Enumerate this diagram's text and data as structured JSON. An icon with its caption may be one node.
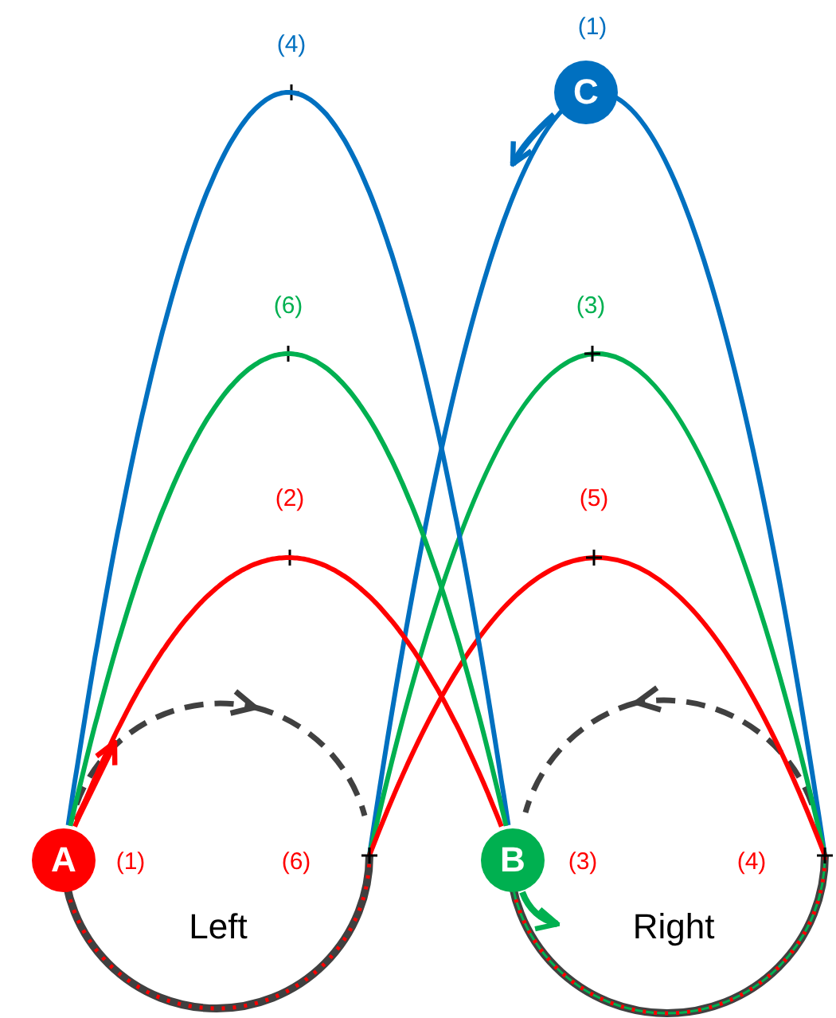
{
  "diagram": {
    "nodes": [
      {
        "text": [
          "C"
        ],
        "beside": [
          "(1)"
        ]
      },
      {
        "text": [
          "A"
        ],
        "beside": [
          "(1)"
        ]
      },
      {
        "text": [
          "B"
        ],
        "beside": [
          "(3)"
        ]
      }
    ],
    "edges": [
      {
        "from": 1,
        "to": 2,
        "arrow": "none",
        "color": "#0070c0"
      },
      {
        "from": 1,
        "to": 2,
        "arrow": "none",
        "color": "#00b050"
      },
      {
        "from": 1,
        "to": 2,
        "arrow": "none",
        "color": "#ff0000"
      }
    ],
    "labels": [
      "(4)",
      "(6)",
      "(3)",
      "(2)",
      "(5)",
      "(6)",
      "(4)",
      "Left",
      "Right"
    ]
  }
}
